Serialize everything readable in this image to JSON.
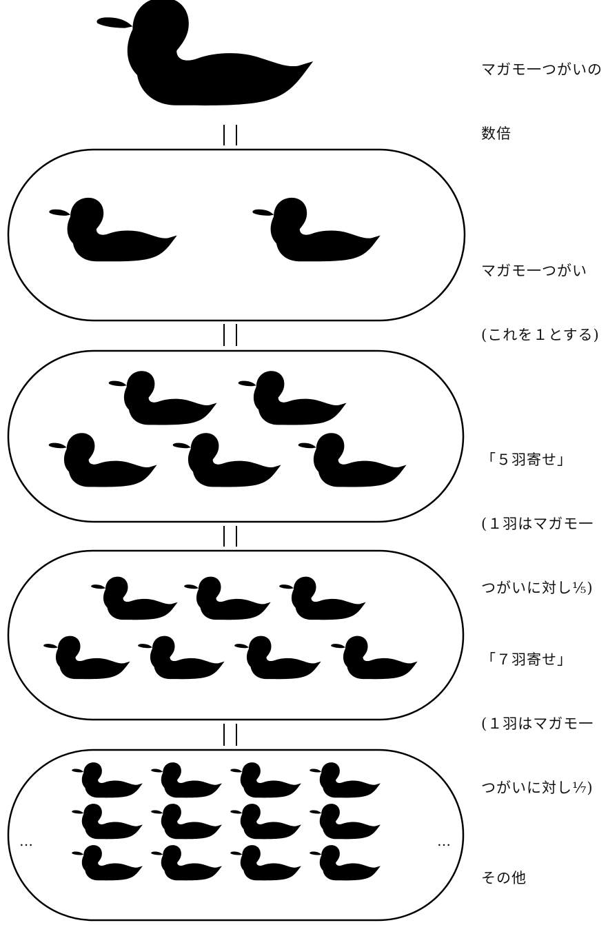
{
  "labels": {
    "large_duck": [
      "マガモ一つがいの",
      "数倍"
    ],
    "pair": [
      "マガモ一つがい",
      "(これを１とする)"
    ],
    "five": [
      "「５羽寄せ」",
      "(１羽はマガモ一",
      "つがいに対し⅕)"
    ],
    "seven": [
      "「７羽寄せ」",
      "(１羽はマガモ一",
      "つがいに対し⅐)"
    ],
    "other": [
      "その他"
    ]
  },
  "ellipsis": "…",
  "duck_counts": {
    "large": 1,
    "pair": 2,
    "five": 5,
    "seven": 7,
    "other": 12
  },
  "colors": {
    "ink": "#000000",
    "background": "#ffffff"
  },
  "icon": "duck-silhouette-icon"
}
